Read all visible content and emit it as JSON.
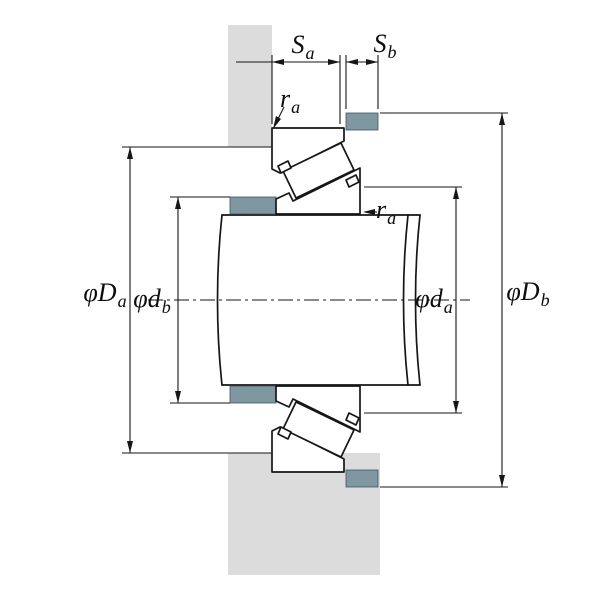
{
  "diagram": {
    "kind": "tapered-roller-bearing-mounting-dimension-drawing",
    "labels": {
      "sa": {
        "main": "S",
        "sub": "a"
      },
      "sb": {
        "main": "S",
        "sub": "b"
      },
      "ra_top": {
        "main": "r",
        "sub": "a"
      },
      "ra_mid": {
        "main": "r",
        "sub": "a"
      },
      "phi_Da": {
        "main": "φD",
        "sub": "a"
      },
      "phi_db": {
        "main": "φd",
        "sub": "b"
      },
      "phi_da": {
        "main": "φd",
        "sub": "a"
      },
      "phi_Db": {
        "main": "φD",
        "sub": "b"
      }
    },
    "colors": {
      "line": "#161616",
      "housing_fill": "#dcdcdc",
      "spacer_fill": "#7e97a1",
      "background": "#ffffff"
    }
  }
}
